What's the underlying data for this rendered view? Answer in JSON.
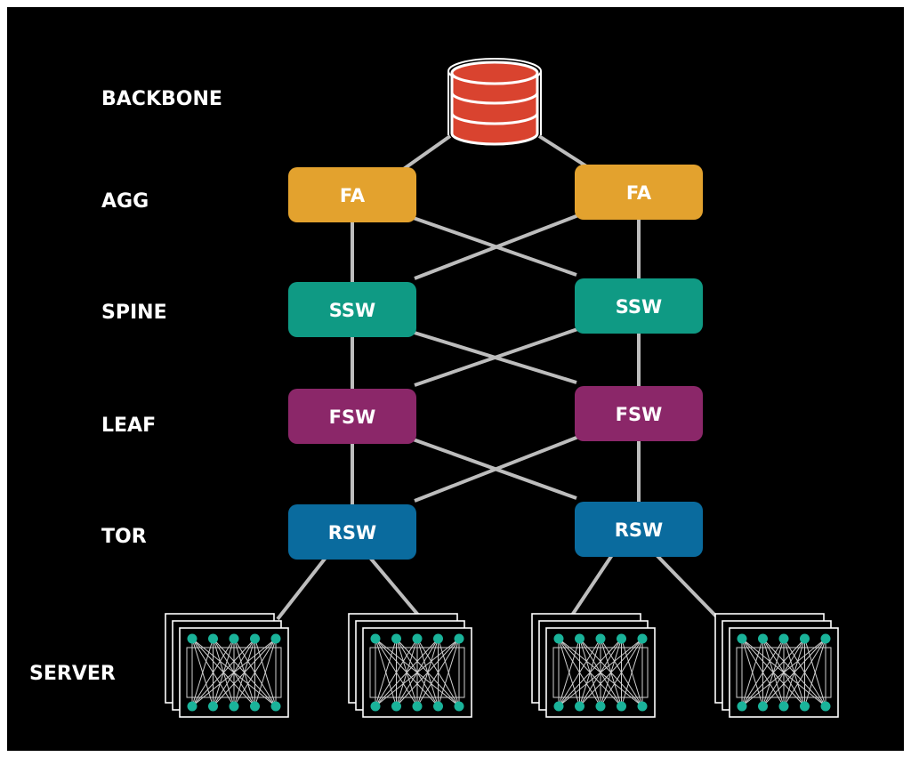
{
  "layers": [
    {
      "id": "backbone",
      "label": "BACKBONE"
    },
    {
      "id": "agg",
      "label": "AGG"
    },
    {
      "id": "spine",
      "label": "SPINE"
    },
    {
      "id": "leaf",
      "label": "LEAF"
    },
    {
      "id": "tor",
      "label": "TOR"
    },
    {
      "id": "server",
      "label": "SERVER"
    }
  ],
  "tiers": [
    {
      "id": "agg",
      "node_label": "FA",
      "color": "#E3A22E",
      "count": 2
    },
    {
      "id": "spine",
      "node_label": "SSW",
      "color": "#0F9A84",
      "count": 2
    },
    {
      "id": "leaf",
      "node_label": "FSW",
      "color": "#8B2769",
      "count": 2
    },
    {
      "id": "tor",
      "node_label": "RSW",
      "color": "#0A6B9E",
      "count": 2
    }
  ],
  "backbone": {
    "icon": "database-icon",
    "color": "#D9432F"
  },
  "servers": {
    "count": 4,
    "icon": "server-rack-icon",
    "dot_color": "#1AB39A"
  },
  "connectivity": {
    "between_tiers": "full-mesh",
    "tor_to_server": 2
  }
}
